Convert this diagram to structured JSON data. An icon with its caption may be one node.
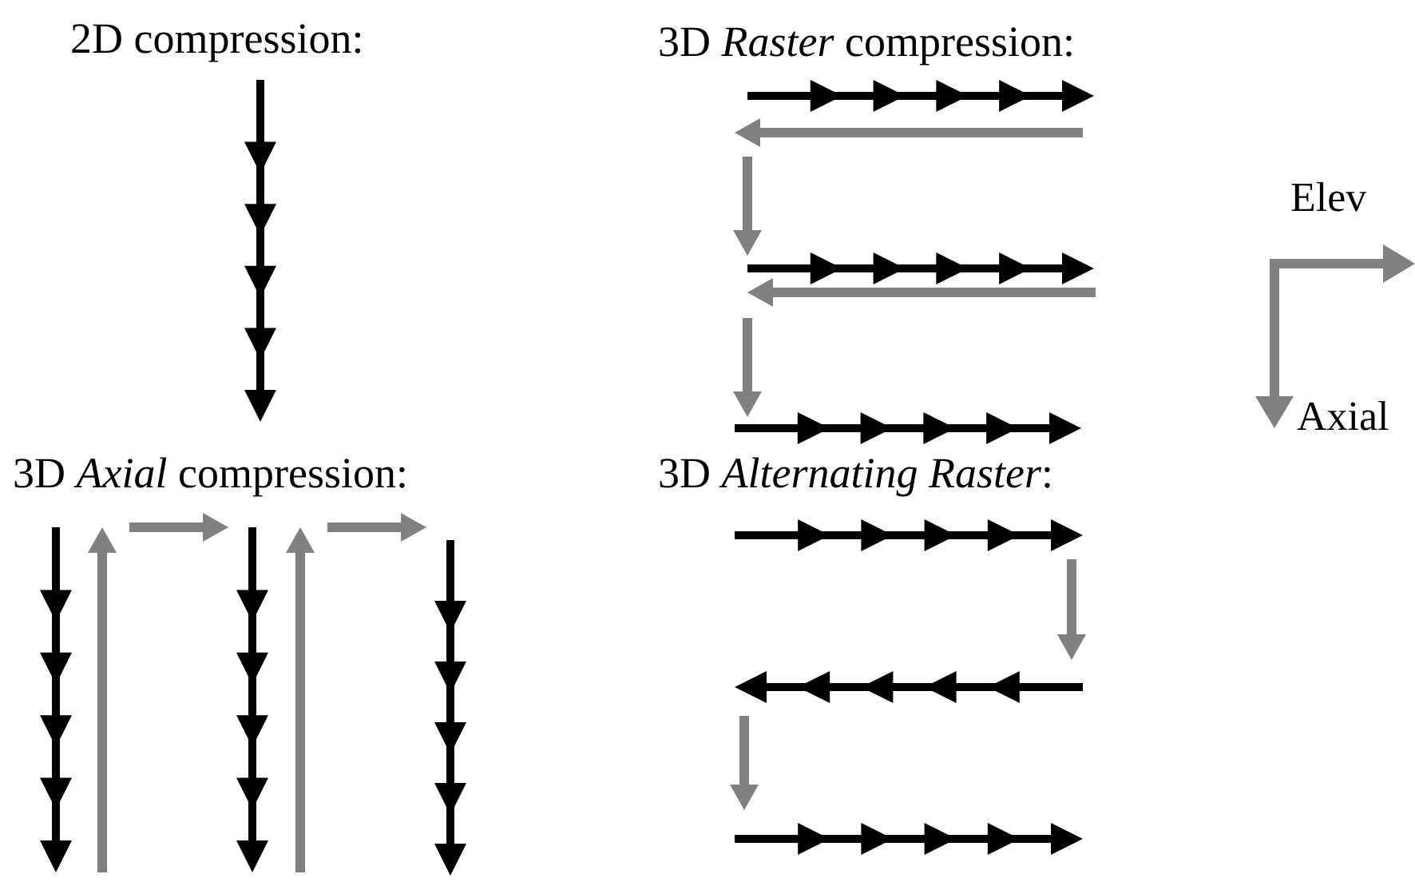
{
  "diagram": {
    "labels": [
      "2D compression:",
      "3D *Raster* compression:",
      "Elev",
      "Axial",
      "3D *Axial* compression:",
      "3D *Alternating Raster*:"
    ]
  }
}
